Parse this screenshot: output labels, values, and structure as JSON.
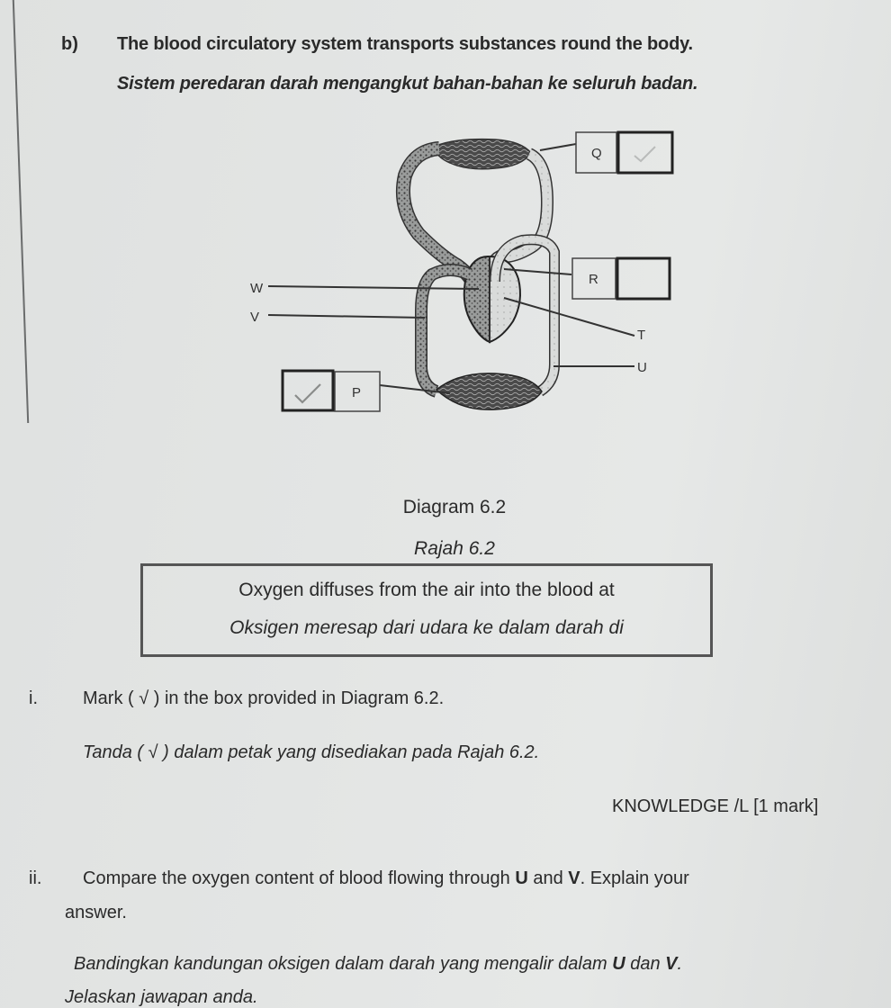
{
  "question": {
    "label": "b)",
    "intro_en": "The blood circulatory system transports substances round the body.",
    "intro_ms": "Sistem peredaran darah mengangkut bahan-bahan ke seluruh badan."
  },
  "diagram": {
    "labels": {
      "P": "P",
      "Q": "Q",
      "R": "R",
      "T": "T",
      "U": "U",
      "V": "V",
      "W": "W"
    },
    "answer_boxes": [
      {
        "label": "P",
        "checked": true,
        "mark": "✓"
      },
      {
        "label": "Q",
        "checked": true,
        "mark": "✓",
        "faint": true
      },
      {
        "label": "R",
        "checked": false,
        "mark": ""
      }
    ],
    "caption_en": "Diagram 6.2",
    "caption_ms": "Rajah 6.2"
  },
  "statement": {
    "en": "Oxygen diffuses from the air into the blood at",
    "ms": "Oksigen meresap dari udara ke dalam darah di"
  },
  "item_i": {
    "num": "i.",
    "en": "Mark ( √ ) in the box provided in Diagram 6.2.",
    "ms": "Tanda ( √ ) dalam petak yang disediakan pada Rajah 6.2.",
    "marks": "KNOWLEDGE /L [1 mark]"
  },
  "item_ii": {
    "num": "ii.",
    "en_line1_pre": "Compare the oxygen content of blood flowing through ",
    "en_U": "U",
    "en_and": " and ",
    "en_V": "V",
    "en_line1_post": ". Explain your",
    "en_line2": "answer.",
    "ms_line1_pre": "Bandingkan kandungan oksigen dalam darah yang mengalir dalam ",
    "ms_U": "U",
    "ms_dan": " dan ",
    "ms_V": "V",
    "ms_line1_post": ".",
    "ms_line2": "Jelaskan jawapan anda."
  }
}
